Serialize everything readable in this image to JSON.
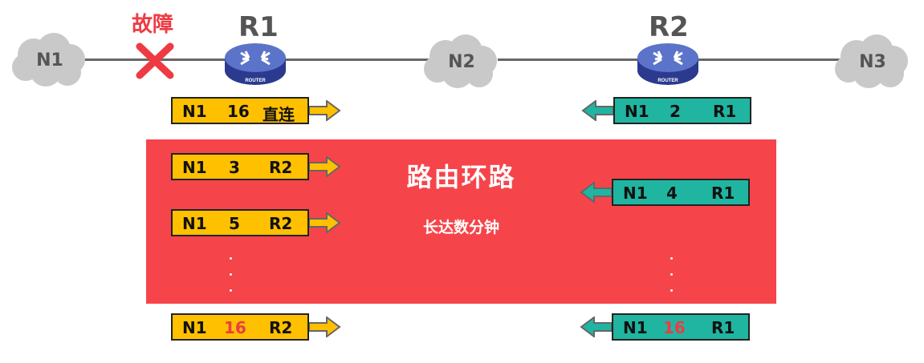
{
  "networks": [
    "N1",
    "N2",
    "N3"
  ],
  "routers": [
    {
      "name": "R1",
      "device_label": "ROUTER"
    },
    {
      "name": "R2",
      "device_label": "ROUTER"
    }
  ],
  "fault_label": "故障",
  "r1_initial": {
    "net": "N1",
    "metric": "16",
    "via": "直连"
  },
  "r2_initial": {
    "net": "N1",
    "metric": "2",
    "via": "R1"
  },
  "loop": {
    "title": "路由环路",
    "subtitle": "长达数分钟"
  },
  "r1_updates": [
    {
      "net": "N1",
      "metric": "3",
      "via": "R2"
    },
    {
      "net": "N1",
      "metric": "5",
      "via": "R2"
    }
  ],
  "r2_updates": [
    {
      "net": "N1",
      "metric": "4",
      "via": "R1"
    }
  ],
  "r1_final": {
    "net": "N1",
    "metric": "16",
    "via": "R2"
  },
  "r2_final": {
    "net": "N1",
    "metric": "16",
    "via": "R1"
  },
  "colors": {
    "r1_entry": "#ffc000",
    "r2_entry": "#1fb5a0",
    "loop_panel": "#f6444b",
    "accent_red": "#ee3b43"
  }
}
